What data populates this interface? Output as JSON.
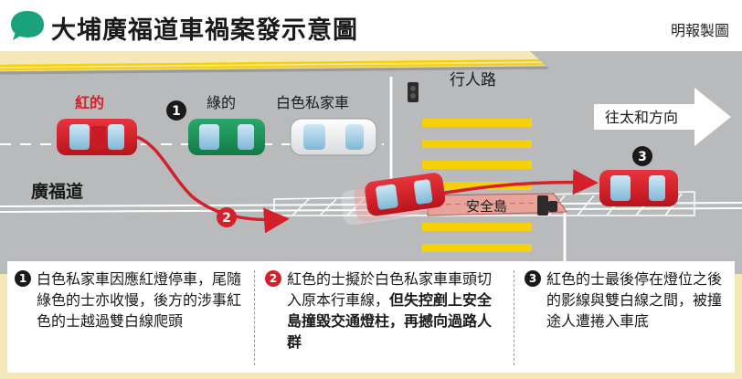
{
  "header": {
    "title": "大埔廣福道車禍案發示意圖",
    "credit": "明報製圖"
  },
  "scene": {
    "road_name": "廣福道",
    "crossing_label": "行人路",
    "island_label": "安全島",
    "direction_label": "往太和方向",
    "cars": {
      "red_taxi": "紅的",
      "green_taxi": "綠的",
      "private_car": "白色私家車"
    },
    "markers": [
      "1",
      "2",
      "3"
    ]
  },
  "notes": [
    {
      "num": "1",
      "text": "白色私家車因應紅燈停車，尾隨綠色的士亦收慢，後方的涉事紅色的士越過雙白線爬頭"
    },
    {
      "num": "2",
      "text_a": "紅色的士擬於白色私家車車頭切入原本行車線，",
      "text_b": "但失控剷上安全島撞毀交通燈柱，再撼向過路人群"
    },
    {
      "num": "3",
      "text": "紅色的士最後停在燈位之後的影線與雙白線之間，被撞途人遭捲入車底"
    }
  ],
  "colors": {
    "accent_green": "#1aa37a",
    "red": "#d4202a",
    "road": "#b9babc",
    "sidewalk": "#f4e8b8",
    "crossing": "#f6d10a"
  }
}
